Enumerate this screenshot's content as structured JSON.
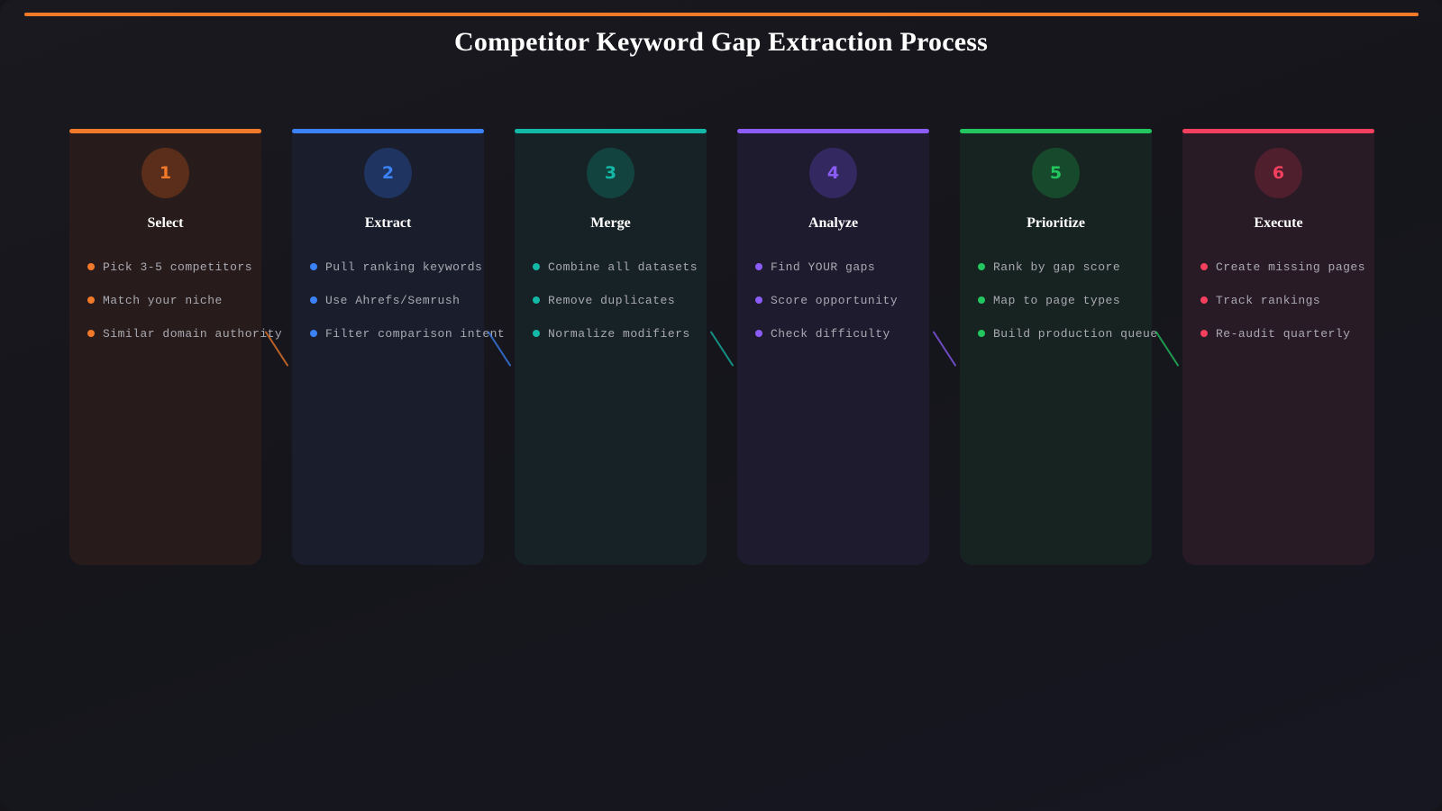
{
  "title": "Competitor Keyword Gap Extraction Process",
  "accent": "#f07a2a",
  "steps": [
    {
      "number": "1",
      "title": "Select",
      "color": "#f07a2a",
      "card_bg": "#271c1b",
      "circle_bg": "#5a2e1a",
      "bullets": [
        "Pick 3-5 competitors",
        "Match your niche",
        "Similar domain authority"
      ]
    },
    {
      "number": "2",
      "title": "Extract",
      "color": "#3b82f6",
      "card_bg": "#1a1d2b",
      "circle_bg": "#1f3460",
      "bullets": [
        "Pull ranking keywords",
        "Use Ahrefs/Semrush",
        "Filter comparison intent"
      ]
    },
    {
      "number": "3",
      "title": "Merge",
      "color": "#14b8a6",
      "card_bg": "#172226",
      "circle_bg": "#13433f",
      "bullets": [
        "Combine all datasets",
        "Remove duplicates",
        "Normalize modifiers"
      ]
    },
    {
      "number": "4",
      "title": "Analyze",
      "color": "#8b5cf6",
      "card_bg": "#1e1b2e",
      "circle_bg": "#33285f",
      "bullets": [
        "Find YOUR gaps",
        "Score opportunity",
        "Check difficulty"
      ]
    },
    {
      "number": "5",
      "title": "Prioritize",
      "color": "#22c55e",
      "card_bg": "#172320",
      "circle_bg": "#174a2c",
      "bullets": [
        "Rank by gap score",
        "Map to page types",
        "Build production queue"
      ]
    },
    {
      "number": "6",
      "title": "Execute",
      "color": "#f43f5e",
      "card_bg": "#281b25",
      "circle_bg": "#4f1f2e",
      "bullets": [
        "Create missing pages",
        "Track rankings",
        "Re-audit quarterly"
      ]
    }
  ]
}
